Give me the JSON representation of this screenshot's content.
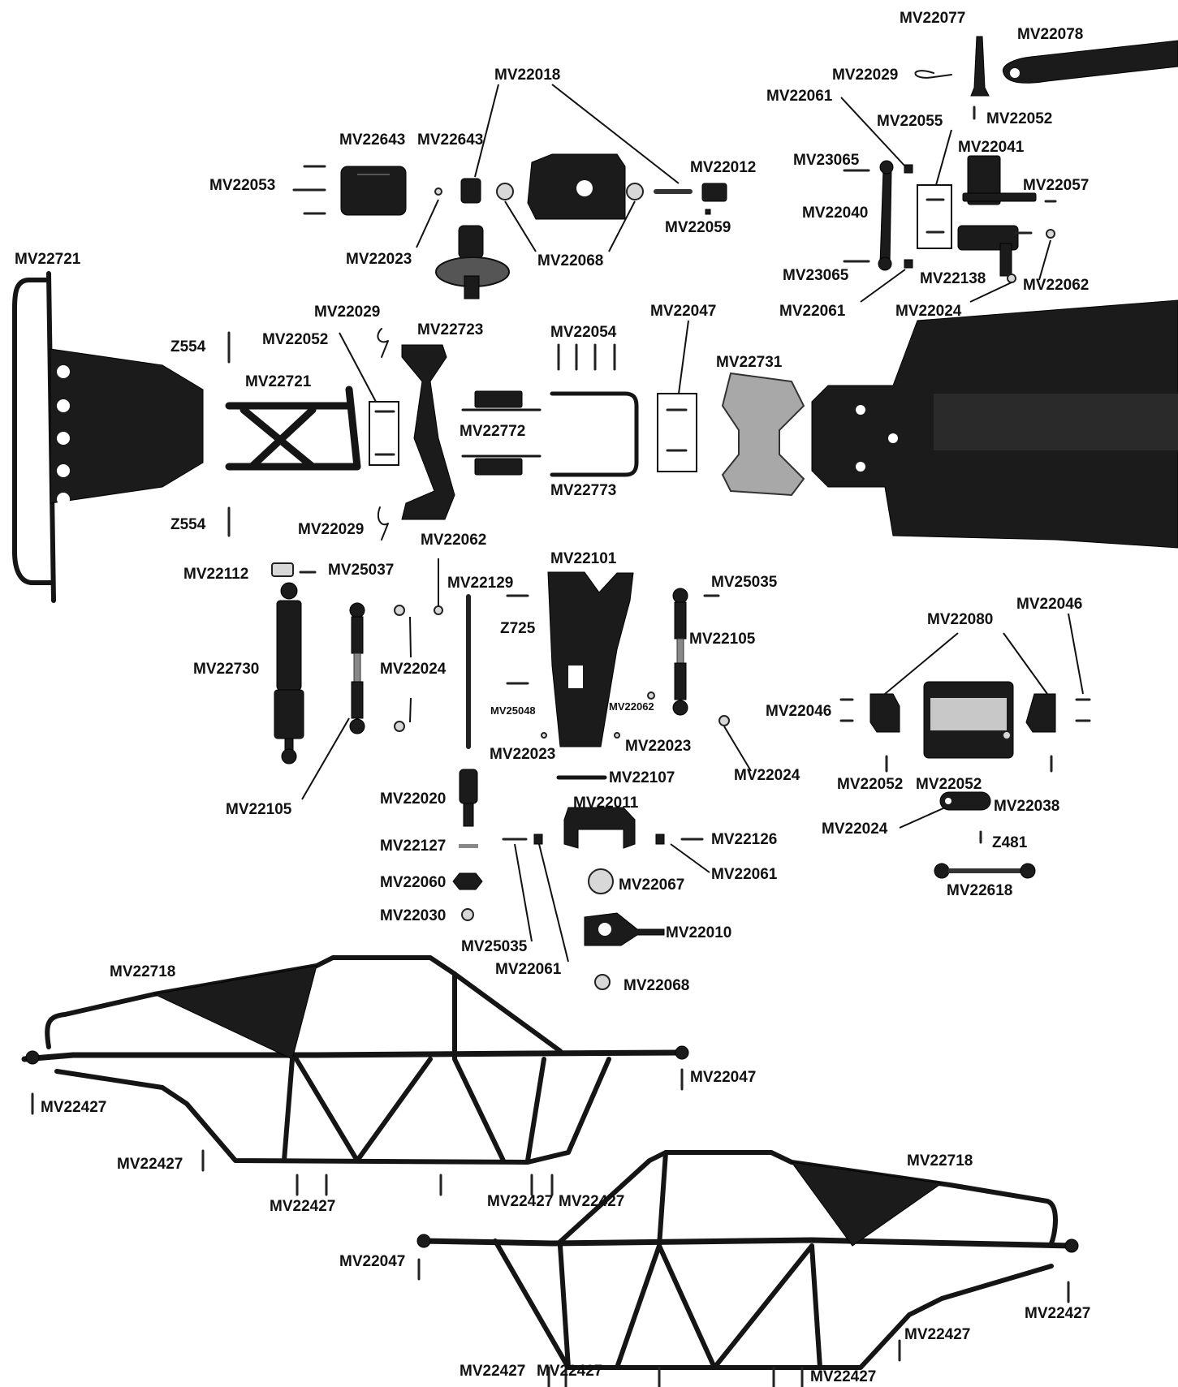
{
  "labels": [
    {
      "id": "mv22077",
      "text": "MV22077"
    },
    {
      "id": "mv22078",
      "text": "MV22078"
    },
    {
      "id": "mv22029-top",
      "text": "MV22029"
    },
    {
      "id": "mv22061-top",
      "text": "MV22061"
    },
    {
      "id": "mv22052-top",
      "text": "MV22052"
    },
    {
      "id": "mv22055",
      "text": "MV22055"
    },
    {
      "id": "mv22041",
      "text": "MV22041"
    },
    {
      "id": "mv23065-a",
      "text": "MV23065"
    },
    {
      "id": "mv22057",
      "text": "MV22057"
    },
    {
      "id": "mv22040",
      "text": "MV22040"
    },
    {
      "id": "mv23065-b",
      "text": "MV23065"
    },
    {
      "id": "mv22138",
      "text": "MV22138"
    },
    {
      "id": "mv22062-top",
      "text": "MV22062"
    },
    {
      "id": "mv22061-b",
      "text": "MV22061"
    },
    {
      "id": "mv22024-top",
      "text": "MV22024"
    },
    {
      "id": "mv22018",
      "text": "MV22018"
    },
    {
      "id": "mv22643-a",
      "text": "MV22643"
    },
    {
      "id": "mv22643-b",
      "text": "MV22643"
    },
    {
      "id": "mv22053",
      "text": "MV22053"
    },
    {
      "id": "mv22012",
      "text": "MV22012"
    },
    {
      "id": "mv22059",
      "text": "MV22059"
    },
    {
      "id": "mv22023-top",
      "text": "MV22023"
    },
    {
      "id": "mv22068-top",
      "text": "MV22068"
    },
    {
      "id": "mv22721-a",
      "text": "MV22721"
    },
    {
      "id": "mv22029-b",
      "text": "MV22029"
    },
    {
      "id": "mv22052-b",
      "text": "MV22052"
    },
    {
      "id": "mv22723",
      "text": "MV22723"
    },
    {
      "id": "mv22054",
      "text": "MV22054"
    },
    {
      "id": "mv22047-top",
      "text": "MV22047"
    },
    {
      "id": "mv22731",
      "text": "MV22731"
    },
    {
      "id": "z554-a",
      "text": "Z554"
    },
    {
      "id": "mv22721-b",
      "text": "MV22721"
    },
    {
      "id": "mv22772",
      "text": "MV22772"
    },
    {
      "id": "mv22773",
      "text": "MV22773"
    },
    {
      "id": "z554-b",
      "text": "Z554"
    },
    {
      "id": "mv22029-c",
      "text": "MV22029"
    },
    {
      "id": "mv22062-mid",
      "text": "MV22062"
    },
    {
      "id": "mv22112",
      "text": "MV22112"
    },
    {
      "id": "mv25037",
      "text": "MV25037"
    },
    {
      "id": "mv22101",
      "text": "MV22101"
    },
    {
      "id": "mv22129",
      "text": "MV22129"
    },
    {
      "id": "mv25035-a",
      "text": "MV25035"
    },
    {
      "id": "mv22046-a",
      "text": "MV22046"
    },
    {
      "id": "mv22080",
      "text": "MV22080"
    },
    {
      "id": "z725",
      "text": "Z725"
    },
    {
      "id": "mv22105-a",
      "text": "MV22105"
    },
    {
      "id": "mv22730",
      "text": "MV22730"
    },
    {
      "id": "mv22024-mid",
      "text": "MV22024"
    },
    {
      "id": "mv25048",
      "text": "MV25048"
    },
    {
      "id": "mv22062-small",
      "text": "MV22062"
    },
    {
      "id": "mv22046-b",
      "text": "MV22046"
    },
    {
      "id": "mv22023-a",
      "text": "MV22023"
    },
    {
      "id": "mv22023-b",
      "text": "MV22023"
    },
    {
      "id": "mv22024-c",
      "text": "MV22024"
    },
    {
      "id": "mv22107",
      "text": "MV22107"
    },
    {
      "id": "mv22052-c",
      "text": "MV22052"
    },
    {
      "id": "mv22052-d",
      "text": "MV22052"
    },
    {
      "id": "mv22105-b",
      "text": "MV22105"
    },
    {
      "id": "mv22020",
      "text": "MV22020"
    },
    {
      "id": "mv22011",
      "text": "MV22011"
    },
    {
      "id": "mv22038",
      "text": "MV22038"
    },
    {
      "id": "mv22024-d",
      "text": "MV22024"
    },
    {
      "id": "mv22127",
      "text": "MV22127"
    },
    {
      "id": "mv22126",
      "text": "MV22126"
    },
    {
      "id": "z481",
      "text": "Z481"
    },
    {
      "id": "mv22060",
      "text": "MV22060"
    },
    {
      "id": "mv22061-c",
      "text": "MV22061"
    },
    {
      "id": "mv22067",
      "text": "MV22067"
    },
    {
      "id": "mv22618",
      "text": "MV22618"
    },
    {
      "id": "mv22030",
      "text": "MV22030"
    },
    {
      "id": "mv22010",
      "text": "MV22010"
    },
    {
      "id": "mv25035-b",
      "text": "MV25035"
    },
    {
      "id": "mv22718-a",
      "text": "MV22718"
    },
    {
      "id": "mv22061-d",
      "text": "MV22061"
    },
    {
      "id": "mv22068-b",
      "text": "MV22068"
    },
    {
      "id": "mv22047-b",
      "text": "MV22047"
    },
    {
      "id": "mv22427-a",
      "text": "MV22427"
    },
    {
      "id": "mv22427-b",
      "text": "MV22427"
    },
    {
      "id": "mv22718-b",
      "text": "MV22718"
    },
    {
      "id": "mv22427-c",
      "text": "MV22427"
    },
    {
      "id": "mv22427-d",
      "text": "MV22427"
    },
    {
      "id": "mv22427-e",
      "text": "MV22427"
    },
    {
      "id": "mv22047-c",
      "text": "MV22047"
    },
    {
      "id": "mv22427-f",
      "text": "MV22427"
    },
    {
      "id": "mv22427-g",
      "text": "MV22427"
    },
    {
      "id": "mv22427-h",
      "text": "MV22427"
    },
    {
      "id": "mv22427-i",
      "text": "MV22427"
    },
    {
      "id": "mv22427-j",
      "text": "MV22427"
    }
  ]
}
